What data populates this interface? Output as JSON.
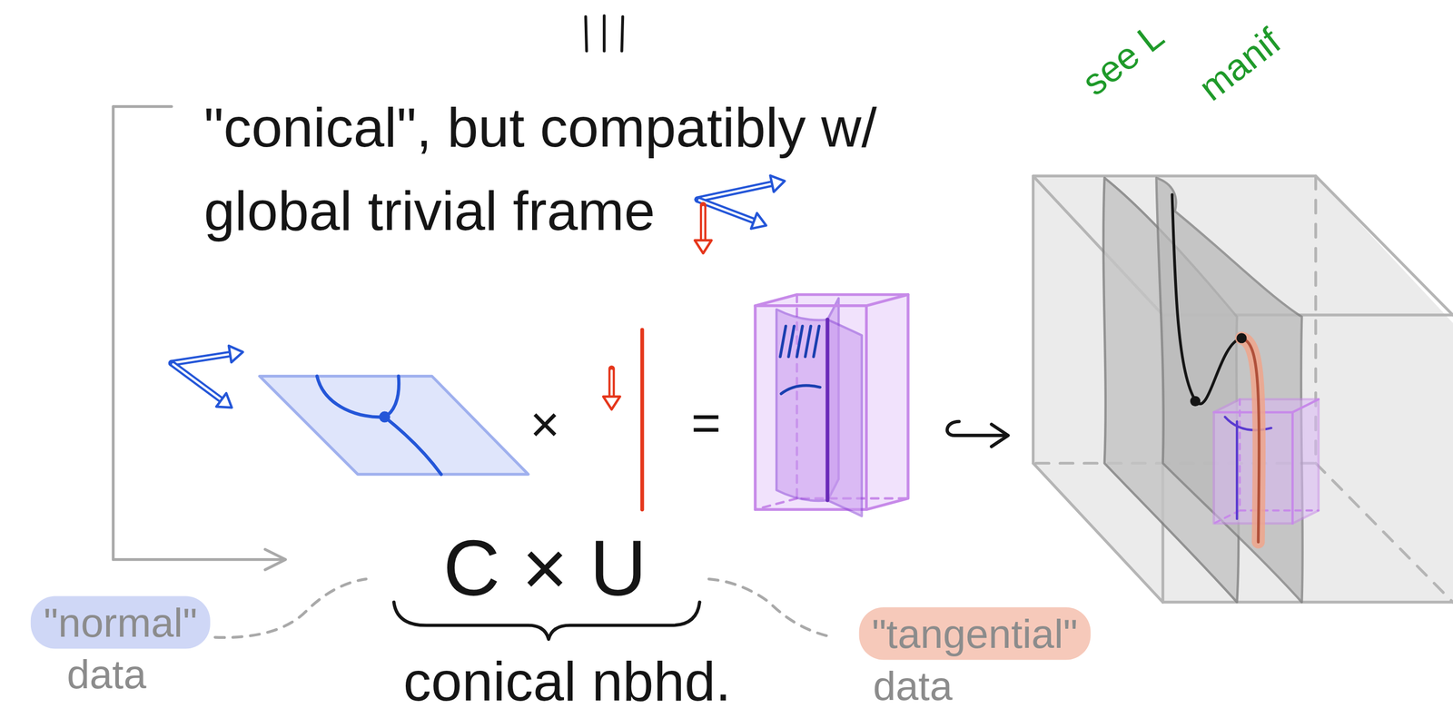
{
  "diagram": {
    "labels": [
      "\"conical\", but compatibly w/ global trivial frame",
      "×",
      "=",
      "C × U",
      "conical nbhd.",
      "\"normal\"",
      "data",
      "\"tangential\"",
      "data",
      "see L",
      "manif"
    ]
  }
}
